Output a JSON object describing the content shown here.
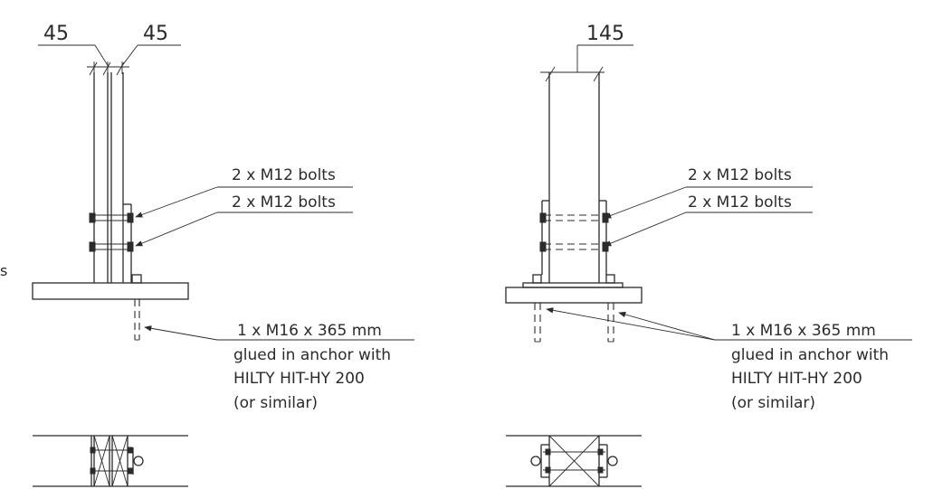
{
  "left_detail": {
    "dim_left": "45",
    "dim_right": "45",
    "bolt_label_upper": "2 x M12 bolts",
    "bolt_label_lower": "2 x M12 bolts",
    "anchor_label": [
      "1 x M16 x 365 mm",
      "glued in anchor with",
      "HILTY HIT-HY 200",
      "(or similar)"
    ]
  },
  "right_detail": {
    "dim_width": "145",
    "bolt_label_upper": "2 x M12 bolts",
    "bolt_label_lower": "2 x M12 bolts",
    "anchor_label": [
      "1 x M16 x 365 mm",
      "glued in anchor with",
      "HILTY HIT-HY 200",
      "(or similar)"
    ]
  },
  "edge_glyph": "s"
}
